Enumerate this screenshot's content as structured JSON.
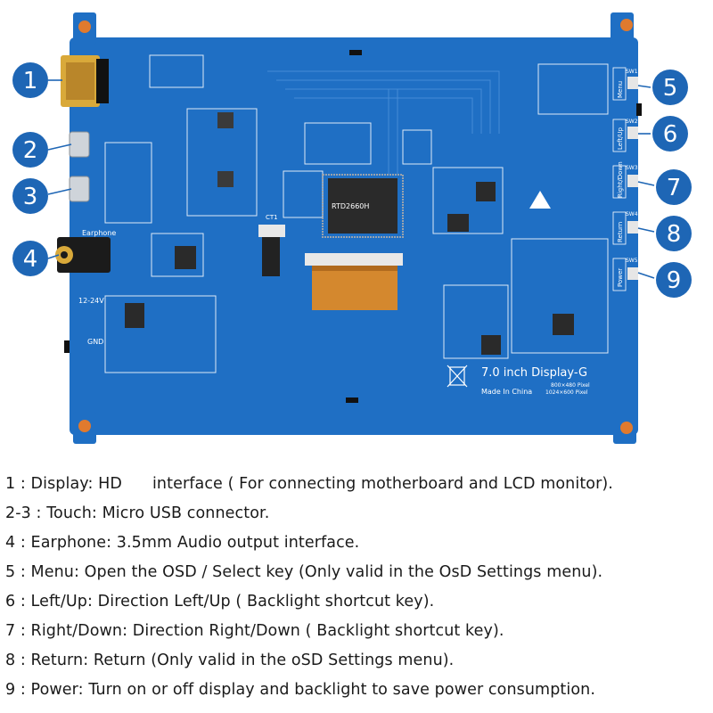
{
  "board": {
    "model": "7.0 inch Display-G",
    "res_1": "800×480 Pixel",
    "res_2": "1024×600 Pixel",
    "made_in": "Made In China",
    "earphone_label": "Earphone",
    "power_in": "12-24V",
    "gnd": "GND",
    "side_buttons": [
      {
        "id": "SW1",
        "name": "Menu"
      },
      {
        "id": "SW2",
        "name": "Left/Up"
      },
      {
        "id": "SW3",
        "name": "Right/Down"
      },
      {
        "id": "SW4",
        "name": "Return"
      },
      {
        "id": "SW5",
        "name": "Power"
      }
    ],
    "chip_text": "RTD2660H",
    "connector_label": "CT1"
  },
  "callouts": [
    "1",
    "2",
    "3",
    "4",
    "5",
    "6",
    "7",
    "8",
    "9"
  ],
  "descriptions": [
    "1 : Display: HD      interface ( For connecting motherboard and LCD monitor).",
    "2-3 : Touch: Micro USB connector.",
    "4 : Earphone: 3.5mm Audio output interface.",
    "5 : Menu: Open the OSD / Select key (Only valid in the OsD Settings menu).",
    "6 : Left/Up: Direction Left/Up ( Backlight shortcut key).",
    "7 : Right/Down: Direction Right/Down ( Backlight shortcut key).",
    "8 : Return: Return (Only valid in the oSD Settings menu).",
    "9 : Power: Turn on or off display and backlight to save power consumption."
  ],
  "colors": {
    "pcb": "#1f6fc4",
    "pcb_dark": "#155aa6",
    "callout": "#1e66b5",
    "chip": "#2a2a2a",
    "hdmi": "#d9a93a"
  }
}
